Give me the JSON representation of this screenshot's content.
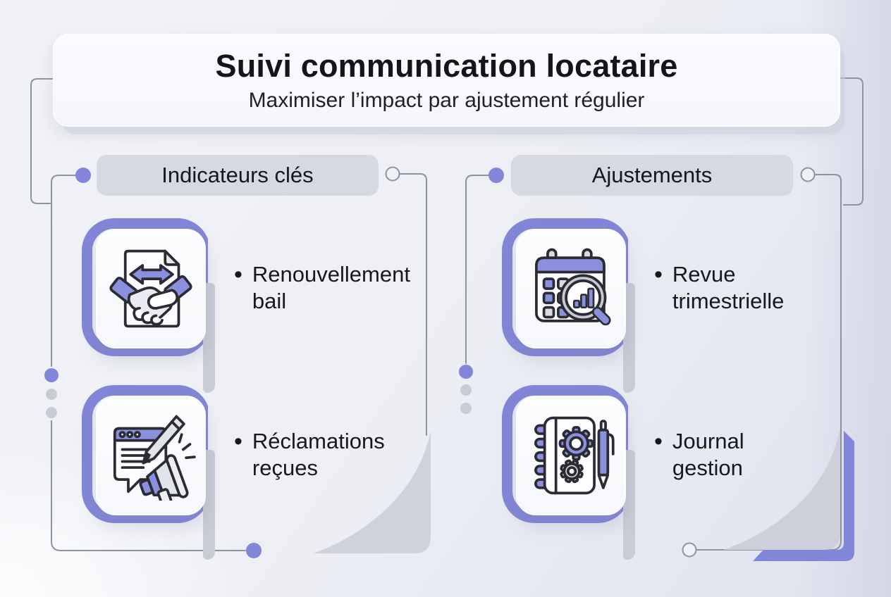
{
  "header": {
    "title": "Suivi communication locataire",
    "subtitle": "Maximiser l’impact par ajustement régulier"
  },
  "columns": [
    {
      "title": "Indicateurs clés",
      "items": [
        {
          "label": "Renouvellement\nbail",
          "icon": "lease-renewal-handshake-icon"
        },
        {
          "label": "Réclamations\nreçues",
          "icon": "claims-feedback-icon"
        }
      ]
    },
    {
      "title": "Ajustements",
      "items": [
        {
          "label": "Revue\ntrimestrielle",
          "icon": "calendar-review-icon"
        },
        {
          "label": "Journal\ngestion",
          "icon": "management-journal-icon"
        }
      ]
    }
  ],
  "misc": {
    "bullet": "•"
  },
  "colors": {
    "accent_purple": "#8286d8",
    "icon_purple": "#8b90de",
    "pill_bg": "#d6d9e1",
    "connector_line": "#8d93a0",
    "swoosh_gray": "#cfd2da",
    "text": "#17181d"
  }
}
